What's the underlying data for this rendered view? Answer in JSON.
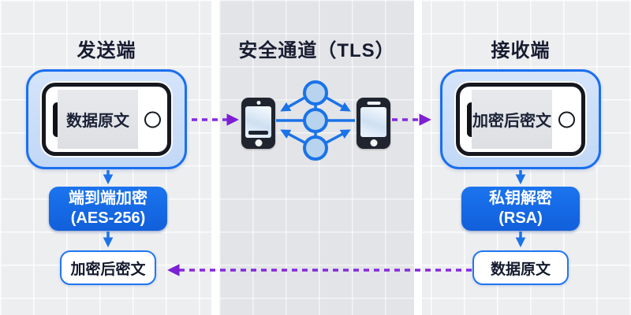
{
  "diagram": {
    "topic": "end-to-end-encryption-flow",
    "sender": {
      "title": "发送端",
      "phone_screen_text": "数据原文",
      "encrypt_box": {
        "line1": "端到端加密",
        "line2": "(AES-256)"
      },
      "output_box": "加密后密文"
    },
    "channel": {
      "title": "安全通道（TLS）"
    },
    "receiver": {
      "title": "接收端",
      "phone_screen_text": "加密后密文",
      "decrypt_box": {
        "line1": "私钥解密",
        "line2": "(RSA)"
      },
      "output_box": "数据原文"
    },
    "colors": {
      "accent_blue": "#1a73e8",
      "container_border_blue": "#1a6ff0",
      "container_fill_light_blue": "#c9ddf7",
      "process_box_blue": "#1569e6",
      "arrow_purple": "#8429dd",
      "arrowhead_purple": "#7d1fd2",
      "node_fill": "#b7d3ee",
      "background_gray": "#edeef0",
      "middle_panel_gray": "#e2e4e7",
      "title_text": "#171c30"
    }
  }
}
